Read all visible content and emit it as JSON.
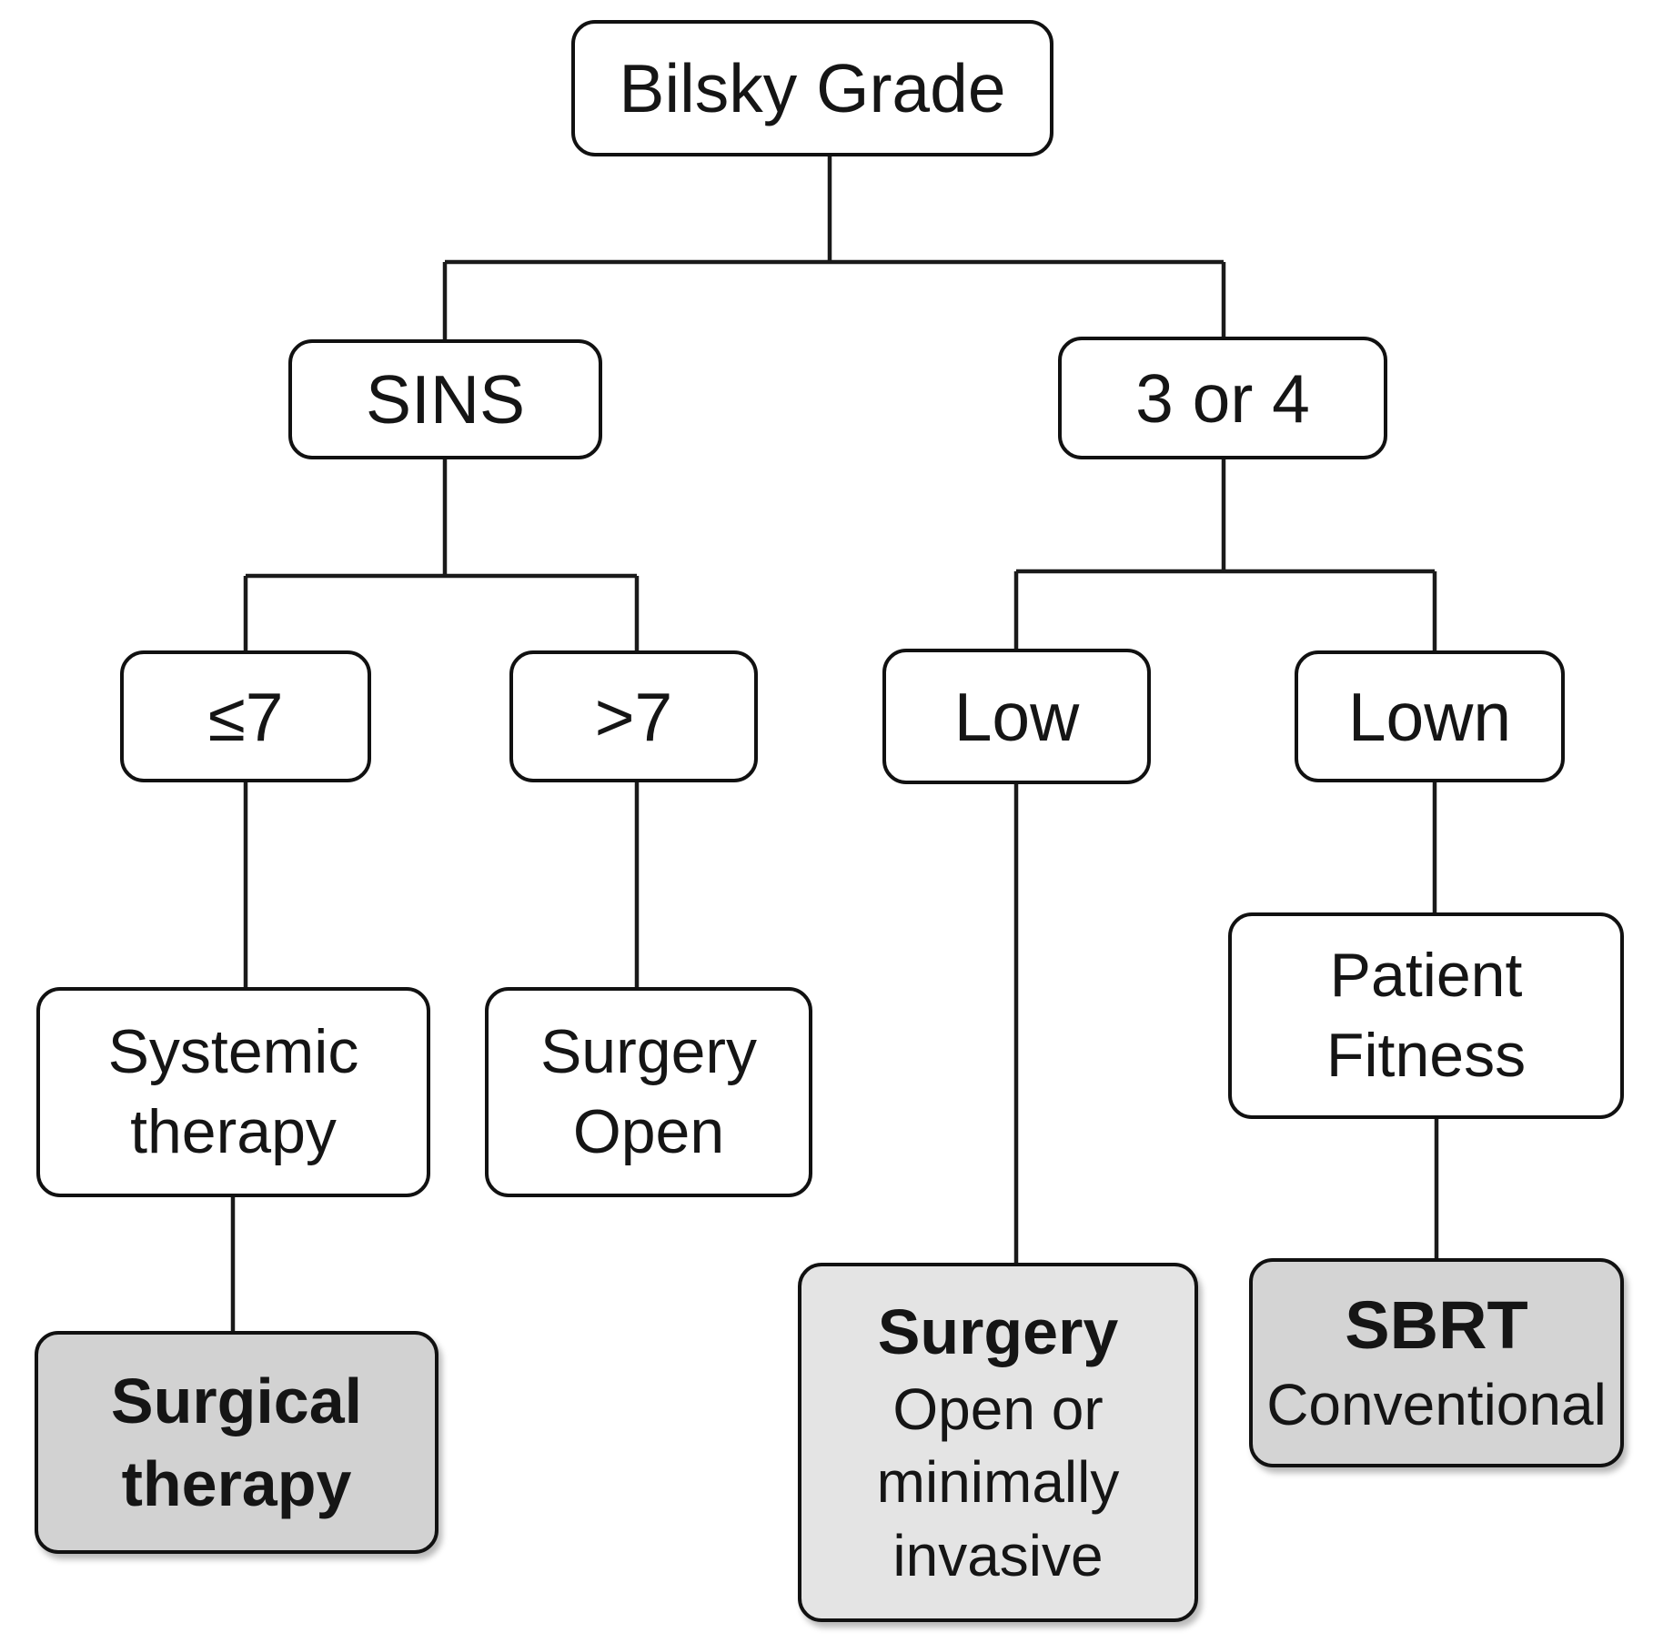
{
  "diagram": {
    "type": "decision-tree-flowchart",
    "root_label": "Bilsky Grade",
    "colors": {
      "background": "#ffffff",
      "box_border": "#111111",
      "box_fill_white": "#ffffff",
      "box_fill_gray": "#d2d2d2",
      "box_fill_gray_medium": "#d4d4d4",
      "box_fill_light_gray": "#e4e4e4",
      "connector_line": "#1a1a1a",
      "text": "#151515"
    },
    "nodes": {
      "bilsky": {
        "label": "Bilsky Grade"
      },
      "sins": {
        "label": "SINS"
      },
      "grade_3_or_4": {
        "label": "3 or 4"
      },
      "sins_le_7": {
        "label": "≤7"
      },
      "sins_gt_7": {
        "label": ">7"
      },
      "low": {
        "label": "Low"
      },
      "lown": {
        "label": "Lown"
      },
      "systemic_therapy": {
        "line1": "Systemic",
        "line2": "therapy"
      },
      "surgery_open": {
        "line1": "Surgery",
        "line2": "Open"
      },
      "patient_fitness": {
        "line1": "Patient",
        "line2": "Fitness"
      },
      "surgical_therapy": {
        "line1": "Surgical",
        "line2": "therapy"
      },
      "surgery_open_or_minimally_invasive": {
        "title": "Surgery",
        "line1": "Open or",
        "line2": "minimally",
        "line3": "invasive"
      },
      "sbrt_conventional": {
        "title": "SBRT",
        "subtitle": "Conventional"
      }
    },
    "edges": [
      "Bilsky Grade -> SINS",
      "Bilsky Grade -> 3 or 4",
      "SINS -> ≤7",
      "SINS -> >7",
      "≤7 -> Systemic therapy",
      ">7 -> Surgery Open",
      "Systemic therapy -> Surgical therapy",
      "3 or 4 -> Low",
      "3 or 4 -> Lown",
      "Low -> Surgery Open or minimally invasive",
      "Lown -> Patient Fitness",
      "Patient Fitness -> SBRT Conventional"
    ]
  }
}
